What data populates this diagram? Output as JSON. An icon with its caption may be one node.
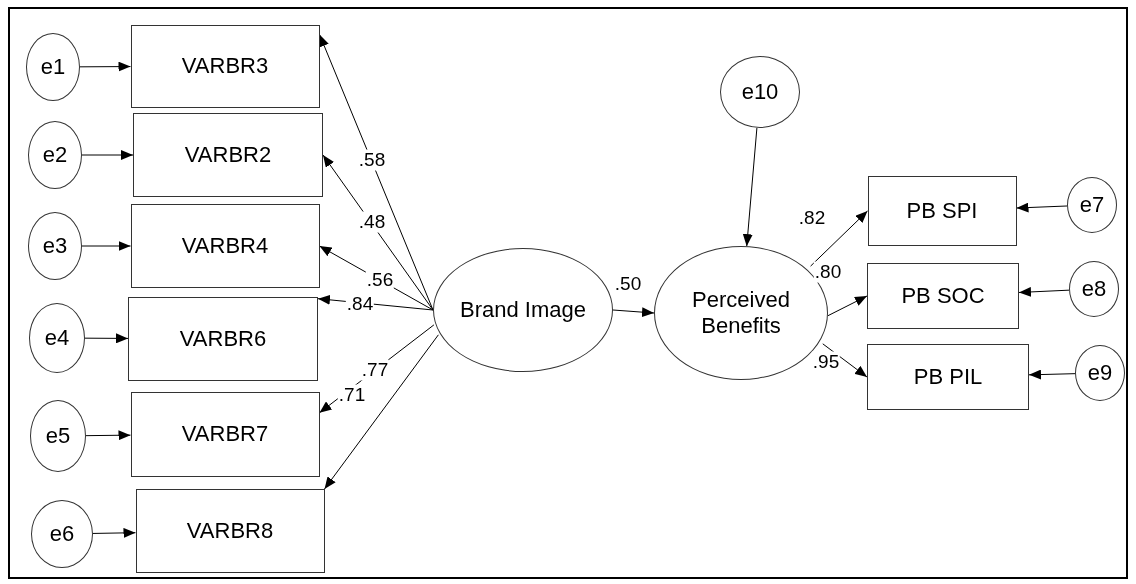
{
  "diagram": {
    "nodes": [
      {
        "text": [
          "e1"
        ]
      },
      {
        "text": [
          "VARBR3"
        ]
      },
      {
        "text": [
          "e2"
        ]
      },
      {
        "text": [
          "VARBR2"
        ]
      },
      {
        "text": [
          "e3"
        ]
      },
      {
        "text": [
          "VARBR4"
        ]
      },
      {
        "text": [
          "e4"
        ]
      },
      {
        "text": [
          "VARBR6"
        ]
      },
      {
        "text": [
          "e5"
        ]
      },
      {
        "text": [
          "VARBR7"
        ]
      },
      {
        "text": [
          "e6"
        ]
      },
      {
        "text": [
          "VARBR8"
        ]
      },
      {
        "text": [
          "e10"
        ]
      },
      {
        "text": [
          "Brand Image"
        ]
      },
      {
        "text": [
          "Perceived Benefits"
        ]
      },
      {
        "text": [
          "PB SPI"
        ]
      },
      {
        "text": [
          "e7"
        ]
      },
      {
        "text": [
          "PB SOC"
        ]
      },
      {
        "text": [
          "e8"
        ]
      },
      {
        "text": [
          "PB PIL"
        ]
      },
      {
        "text": [
          "e9"
        ]
      }
    ],
    "edges": [
      {
        "from": 0,
        "to": 1,
        "arrow": "to"
      },
      {
        "from": 2,
        "to": 3,
        "arrow": "to"
      },
      {
        "from": 4,
        "to": 5,
        "arrow": "to"
      },
      {
        "from": 6,
        "to": 7,
        "arrow": "to"
      },
      {
        "from": 8,
        "to": 9,
        "arrow": "to"
      },
      {
        "from": 10,
        "to": 11,
        "arrow": "to"
      },
      {
        "from": 13,
        "to": 1,
        "arrow": "to",
        "label": ".58"
      },
      {
        "from": 13,
        "to": 3,
        "arrow": "to",
        "label": ".48"
      },
      {
        "from": 13,
        "to": 5,
        "arrow": "to",
        "label": ".56"
      },
      {
        "from": 13,
        "to": 7,
        "arrow": "to",
        "label": ".84"
      },
      {
        "from": 13,
        "to": 9,
        "arrow": "to",
        "label": ".77"
      },
      {
        "from": 13,
        "to": 11,
        "arrow": "to",
        "label": ".71"
      },
      {
        "from": 13,
        "to": 14,
        "arrow": "to",
        "label": ".50"
      },
      {
        "from": 12,
        "to": 14,
        "arrow": "to"
      },
      {
        "from": 14,
        "to": 15,
        "arrow": "to",
        "label": ".82"
      },
      {
        "from": 14,
        "to": 17,
        "arrow": "to",
        "label": ".80"
      },
      {
        "from": 14,
        "to": 19,
        "arrow": "to",
        "label": ".95"
      },
      {
        "from": 16,
        "to": 15,
        "arrow": "to"
      },
      {
        "from": 18,
        "to": 17,
        "arrow": "to"
      },
      {
        "from": 20,
        "to": 19,
        "arrow": "to"
      }
    ]
  }
}
